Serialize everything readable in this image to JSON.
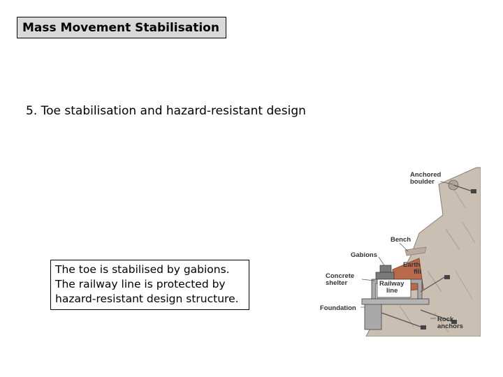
{
  "slide": {
    "title": "Mass Movement Stabilisation",
    "subtitle": "5. Toe stabilisation and hazard-resistant design",
    "caption_lines": [
      "The toe is stabilised by gabions.",
      "The railway line is protected by",
      "hazard-resistant design structure."
    ]
  },
  "diagram": {
    "labels": {
      "anchored_boulder_1": "Anchored",
      "anchored_boulder_2": "boulder",
      "bench": "Bench",
      "gabions": "Gabions",
      "earth_fill_1": "Earth",
      "earth_fill_2": "fill",
      "concrete_shelter_1": "Concrete",
      "concrete_shelter_2": "shelter",
      "railway_line_1": "Railway",
      "railway_line_2": "line",
      "foundation": "Foundation",
      "rock_anchors_1": "Rock",
      "rock_anchors_2": "anchors"
    },
    "colors": {
      "rock": "#c9bfb2",
      "earth_fill": "#b86a4a",
      "concrete": "#a9a9a9",
      "gabion": "#7a7a7a",
      "leader": "#555555"
    }
  }
}
